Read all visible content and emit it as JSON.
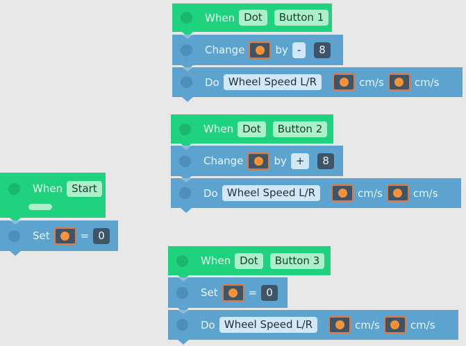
{
  "stacks": [
    {
      "name": "button-1-handler",
      "trigger": {
        "when": "When",
        "source": "Dot",
        "event": "Button 1"
      },
      "change": {
        "label": "Change",
        "by": "by",
        "op": "-",
        "value": "8"
      },
      "do": {
        "label": "Do",
        "action": "Wheel Speed L/R",
        "unit1": "cm/s",
        "unit2": "cm/s"
      }
    },
    {
      "name": "button-2-handler",
      "trigger": {
        "when": "When",
        "source": "Dot",
        "event": "Button 2"
      },
      "change": {
        "label": "Change",
        "by": "by",
        "op": "+",
        "value": "8"
      },
      "do": {
        "label": "Do",
        "action": "Wheel Speed L/R",
        "unit1": "cm/s",
        "unit2": "cm/s"
      }
    },
    {
      "name": "start-handler",
      "trigger": {
        "when": "When",
        "event": "Start"
      },
      "set": {
        "label": "Set",
        "eq": "=",
        "value": "0"
      }
    },
    {
      "name": "button-3-handler",
      "trigger": {
        "when": "When",
        "source": "Dot",
        "event": "Button 3"
      },
      "set": {
        "label": "Set",
        "eq": "=",
        "value": "0"
      },
      "do": {
        "label": "Do",
        "action": "Wheel Speed L/R",
        "unit1": "cm/s",
        "unit2": "cm/s"
      }
    }
  ],
  "colors": {
    "event": "#1fd27d",
    "action": "#5ca3cf",
    "variable": "#f7923a",
    "background": "#e8e8e8"
  }
}
